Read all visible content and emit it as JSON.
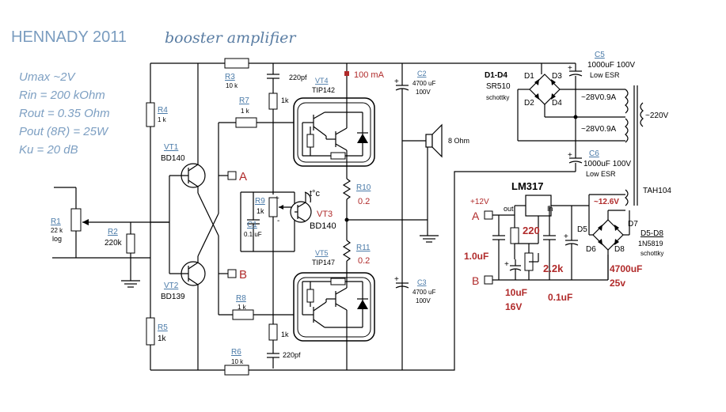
{
  "title": "HENNADY 2011",
  "subtitle": "booster  amplifier",
  "specs": [
    "Umax ~2V",
    "Rin =  200 kOhm",
    "Rout = 0.35 Ohm",
    "Pout (8R) =  25W",
    "Ku = 20 dB"
  ],
  "components": {
    "r1": {
      "ref": "R1",
      "v1": "22 k",
      "v2": "log"
    },
    "r2": {
      "ref": "R2",
      "val": "220k"
    },
    "r3": {
      "ref": "R3",
      "val": "10 k"
    },
    "r4": {
      "ref": "R4",
      "val": "1 k"
    },
    "r5": {
      "ref": "R5",
      "val": "1k"
    },
    "r6": {
      "ref": "R6",
      "val": "10 k"
    },
    "r7": {
      "ref": "R7",
      "val": "1 k"
    },
    "r8": {
      "ref": "R8",
      "val": "1 k"
    },
    "r9": {
      "ref": "R9",
      "val": "1k"
    },
    "r10": {
      "ref": "R10",
      "val": "0.2"
    },
    "r11": {
      "ref": "R11",
      "val": "0.2"
    },
    "r1k_top": "1k",
    "r1k_bot": "1k",
    "c1": {
      "ref": "C1",
      "val": "0.1 uF"
    },
    "c2": {
      "ref": "C2",
      "v1": "4700 uF",
      "v2": "100V"
    },
    "c3": {
      "ref": "C3",
      "v1": "4700 uF",
      "v2": "100V"
    },
    "c_top": "220pf",
    "c_bot": "220pf",
    "c5": {
      "ref": "C5",
      "v1": "1000uF 100V",
      "v2": "Low ESR"
    },
    "c6": {
      "ref": "C6",
      "v1": "1000uF 100V",
      "v2": "Low ESR"
    },
    "vt1": {
      "ref": "VT1",
      "val": "BD140"
    },
    "vt2": {
      "ref": "VT2",
      "val": "BD139"
    },
    "vt3": {
      "ref": "VT3",
      "val": "BD140"
    },
    "vt4": {
      "ref": "VT4",
      "val": "TIP142"
    },
    "vt5": {
      "ref": "VT5",
      "val": "TIP147"
    },
    "bias": "100 mA",
    "speaker": "8 Ohm",
    "tc": "t°c",
    "d1d4": {
      "ref": "D1-D4",
      "v1": "SR510",
      "v2": "schottky"
    },
    "d": [
      "D1",
      "D2",
      "D3",
      "D4"
    ],
    "dd": [
      "D5",
      "D6",
      "D7",
      "D8"
    ],
    "d5d8": {
      "ref": "D5-D8",
      "v1": "1N5819",
      "v2": "schottky"
    },
    "tr": {
      "s1": "~28V0.9A",
      "s2": "~28V0.9A",
      "mains": "~220V",
      "ref": "TAH104",
      "aux": "~12.6V"
    },
    "reg": {
      "ic": "LM317",
      "v": "+12V",
      "out": "out",
      "in": "In",
      "r220": "220",
      "r22k": "2.2k",
      "c1": "1.0uF",
      "c10a": "10uF",
      "c10b": "16V",
      "c01": "0.1uF",
      "c4700a": "4700uF",
      "c4700b": "25v"
    },
    "pin_a": "A",
    "pin_b": "B",
    "plus": "+",
    "minus": "-"
  }
}
